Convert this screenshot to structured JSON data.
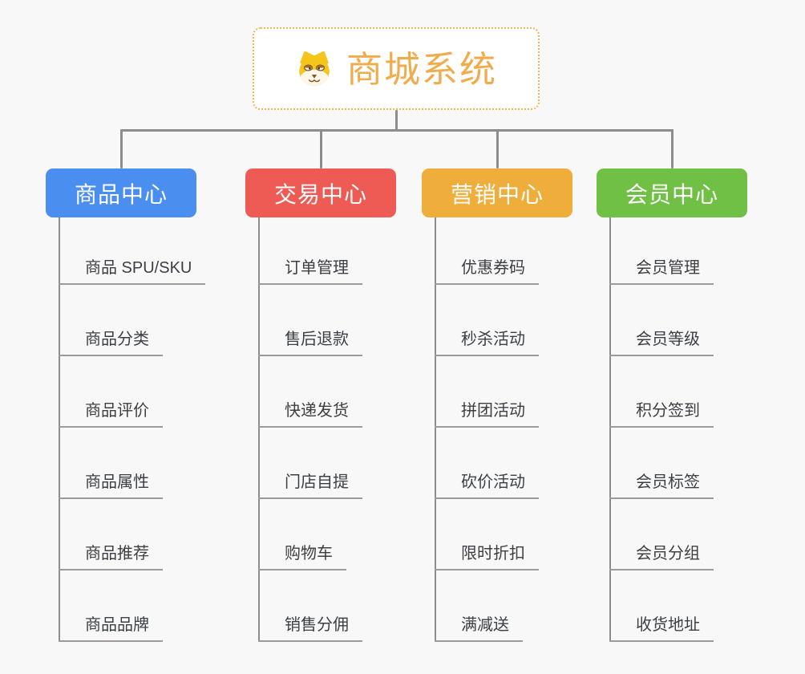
{
  "canvas": {
    "background": "#f8f8f8",
    "connector_color": "#8d8d8d",
    "item_line_color": "#9b9b9b",
    "item_text_color": "#3b3f44"
  },
  "root": {
    "title": "商城系统",
    "title_color": "#f0ac4a",
    "border_color": "#f3b257",
    "background": "#ffffff",
    "icon": "doge-icon"
  },
  "branches": [
    {
      "label": "商品中心",
      "color": "#4a8ef0",
      "items": [
        "商品 SPU/SKU",
        "商品分类",
        "商品评价",
        "商品属性",
        "商品推荐",
        "商品品牌"
      ]
    },
    {
      "label": "交易中心",
      "color": "#ee5a54",
      "items": [
        "订单管理",
        "售后退款",
        "快递发货",
        "门店自提",
        "购物车",
        "销售分佣"
      ]
    },
    {
      "label": "营销中心",
      "color": "#efad3c",
      "items": [
        "优惠券码",
        "秒杀活动",
        "拼团活动",
        "砍价活动",
        "限时折扣",
        "满减送"
      ]
    },
    {
      "label": "会员中心",
      "color": "#6fc044",
      "items": [
        "会员管理",
        "会员等级",
        "积分签到",
        "会员标签",
        "会员分组",
        "收货地址"
      ]
    }
  ]
}
